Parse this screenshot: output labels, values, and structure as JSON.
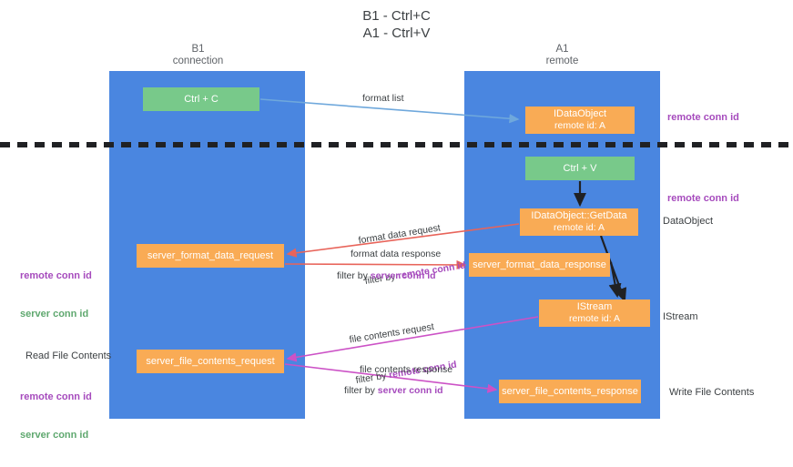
{
  "title": "B1 - Ctrl+C\nA1 - Ctrl+V",
  "columns": {
    "left": {
      "label": "B1\nconnection"
    },
    "right": {
      "label": "A1\nremote"
    }
  },
  "nodes": {
    "ctrl_c": {
      "label": "Ctrl + C",
      "color": "#78c98a"
    },
    "idataobject": {
      "line1": "IDataObject",
      "line2": "remote id: A",
      "color": "#f9ab55"
    },
    "ctrl_v": {
      "label": "Ctrl + V",
      "color": "#78c98a"
    },
    "getdata": {
      "line1": "IDataObject::GetData",
      "line2": "remote id: A",
      "color": "#f9ab55"
    },
    "server_format_data_request": {
      "label": "server_format_data_request",
      "color": "#f9ab55"
    },
    "server_format_data_response": {
      "label": "server_format_data_response",
      "color": "#f9ab55"
    },
    "istream": {
      "line1": "IStream",
      "line2": "remote id: A",
      "color": "#f9ab55"
    },
    "server_file_contents_request": {
      "label": "server_file_contents_request",
      "color": "#f9ab55"
    },
    "server_file_contents_response": {
      "label": "server_file_contents_response",
      "color": "#f9ab55"
    }
  },
  "edge_labels": {
    "format_list": "format list",
    "format_data_request": "format data request",
    "format_data_request_filter_prefix": "filter by ",
    "format_data_request_filter_key": "remote conn id",
    "format_data_response": "format data response",
    "format_data_response_filter_prefix": "filter by ",
    "format_data_response_filter_key": "server conn id",
    "file_contents_request": "file contents request",
    "file_contents_request_filter_prefix": "filter by ",
    "file_contents_request_filter_key": "remote conn id",
    "file_contents_response": "file contents response",
    "file_contents_response_filter_prefix": "filter by ",
    "file_contents_response_filter_key": "server conn id"
  },
  "annotations": {
    "right_remote_conn_top": "remote conn id",
    "right_remote_conn_mid": "remote conn id",
    "right_dataobject": "DataObject",
    "right_istream": "IStream",
    "right_write_file_contents": "Write File Contents",
    "left_remote_conn_1": "remote conn id",
    "left_server_conn_1": "server conn id",
    "left_read_file_contents": "Read File Contents",
    "left_remote_conn_2": "remote conn id",
    "left_server_conn_2": "server conn id"
  },
  "colors": {
    "lane": "#4a86e0",
    "green_node": "#78c98a",
    "orange_node": "#f9ab55",
    "purple_key": "#a64bbd",
    "green_key": "#5fa86f",
    "divider": "#202124",
    "arrow_blue": "#6fa8dc",
    "arrow_red": "#e8645a",
    "arrow_magenta": "#cc52c6",
    "arrow_black": "#202124"
  }
}
